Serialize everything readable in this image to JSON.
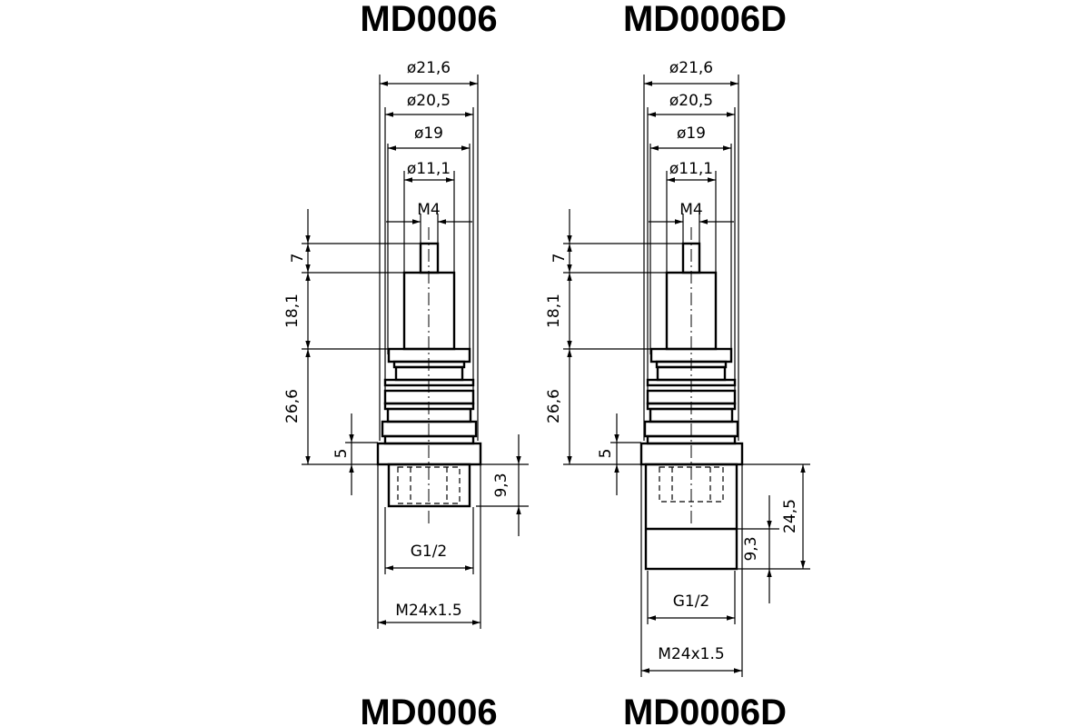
{
  "titles": {
    "left_top": "MD0006",
    "right_top": "MD0006D",
    "left_bottom": "MD0006",
    "right_bottom": "MD0006D"
  },
  "left": {
    "d216": "ø21,6",
    "d205": "ø20,5",
    "d19": "ø19",
    "d111": "ø11,1",
    "m4": "M4",
    "h7": "7",
    "h181": "18,1",
    "h266": "26,6",
    "h5": "5",
    "h93": "9,3",
    "g12": "G1/2",
    "m24": "M24x1.5"
  },
  "right": {
    "d216": "ø21,6",
    "d205": "ø20,5",
    "d19": "ø19",
    "d111": "ø11,1",
    "m4": "M4",
    "h7": "7",
    "h181": "18,1",
    "h266": "26,6",
    "h5": "5",
    "h93": "9,3",
    "h245": "24,5",
    "g12": "G1/2",
    "m24": "M24x1.5"
  }
}
